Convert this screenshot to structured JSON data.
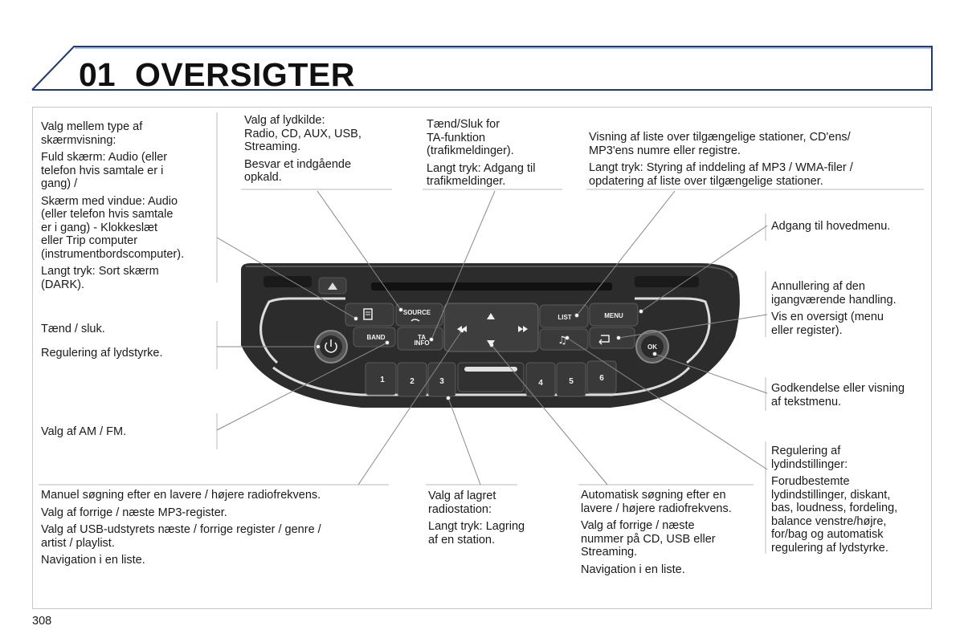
{
  "header": {
    "number": "01",
    "title": "OVERSIGTER"
  },
  "page_number": "308",
  "callouts": {
    "screen_type": [
      "Valg mellem type af\nskærmvisning:",
      "Fuld skærm: Audio (eller\ntelefon hvis samtale er i\ngang) /",
      "Skærm med vindue: Audio\n(eller telefon hvis samtale\ner i gang) - Klokkeslæt\neller Trip computer\n(instrumentbordscomputer).",
      "Langt tryk: Sort skærm\n(DARK)."
    ],
    "power": [
      "Tænd / sluk.",
      "Regulering af lydstyrke."
    ],
    "band": [
      "Valg af AM / FM."
    ],
    "source": [
      "Valg af lydkilde:\nRadio, CD, AUX, USB,\nStreaming.",
      "Besvar et indgående\nopkald."
    ],
    "ta": [
      "Tænd/Sluk for\nTA-funktion\n(trafikmeldinger).",
      "Langt tryk: Adgang til\ntrafikmeldinger."
    ],
    "list": [
      "Visning af liste over tilgængelige stationer, CD'ens/\nMP3'ens numre eller registre.",
      "Langt tryk: Styring af inddeling af MP3 / WMA-filer /\nopdatering af liste over tilgængelige stationer."
    ],
    "menu": [
      "Adgang til hovedmenu."
    ],
    "back": [
      "Annullering af den\nigangværende handling.",
      "Vis en oversigt (menu\neller register)."
    ],
    "ok": [
      "Godkendelse eller visning\naf tekstmenu."
    ],
    "sound": [
      "Regulering af\nlydindstillinger:",
      "Forudbestemte\nlydindstillinger, diskant,\nbas, loudness, fordeling,\nbalance venstre/højre,\nfor/bag og automatisk\nregulering af lydstyrke."
    ],
    "manual_search": [
      "Manuel søgning efter en lavere / højere radiofrekvens.",
      "Valg af forrige / næste MP3-register.",
      "Valg af USB-udstyrets næste / forrige register / genre /\nartist / playlist.",
      "Navigation i en liste."
    ],
    "preset": [
      "Valg af lagret\nradiostation:",
      "Langt tryk: Lagring\naf en station."
    ],
    "auto_search": [
      "Automatisk søgning efter en\nlavere / højere radiofrekvens.",
      "Valg af forrige / næste\nnummer på CD, USB eller\nStreaming.",
      "Navigation i en liste."
    ]
  },
  "device": {
    "source_label": "SOURCE",
    "band_label": "BAND",
    "ta_label_1": "TA",
    "ta_label_2": "INFO",
    "list_label": "LIST",
    "menu_label": "MENU",
    "ok_label": "OK",
    "presets": [
      "1",
      "2",
      "3",
      "4",
      "5",
      "6"
    ]
  },
  "colors": {
    "accent": "#1f3a7a",
    "device_dark": "#2b2b2b"
  }
}
